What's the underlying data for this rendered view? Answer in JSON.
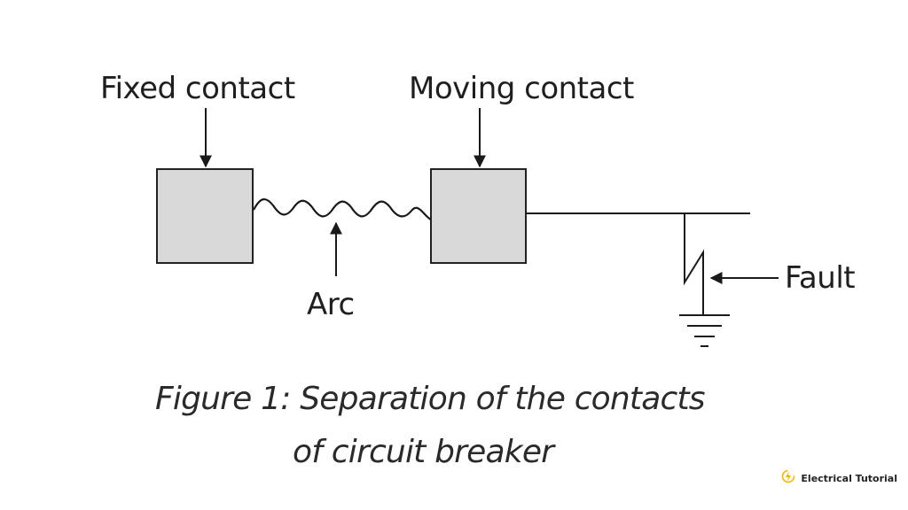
{
  "labels": {
    "fixed_contact": "Fixed contact",
    "moving_contact": "Moving contact",
    "arc": "Arc",
    "fault": "Fault"
  },
  "caption": {
    "line1": "Figure 1: Separation of the contacts",
    "line2": "of circuit breaker"
  },
  "brand": {
    "name": "Electrical Tutorial",
    "icon": "lightning-bolt-icon",
    "accent": "#f5b800"
  },
  "colors": {
    "contact_fill": "#d9d9d9",
    "stroke": "#222222"
  }
}
